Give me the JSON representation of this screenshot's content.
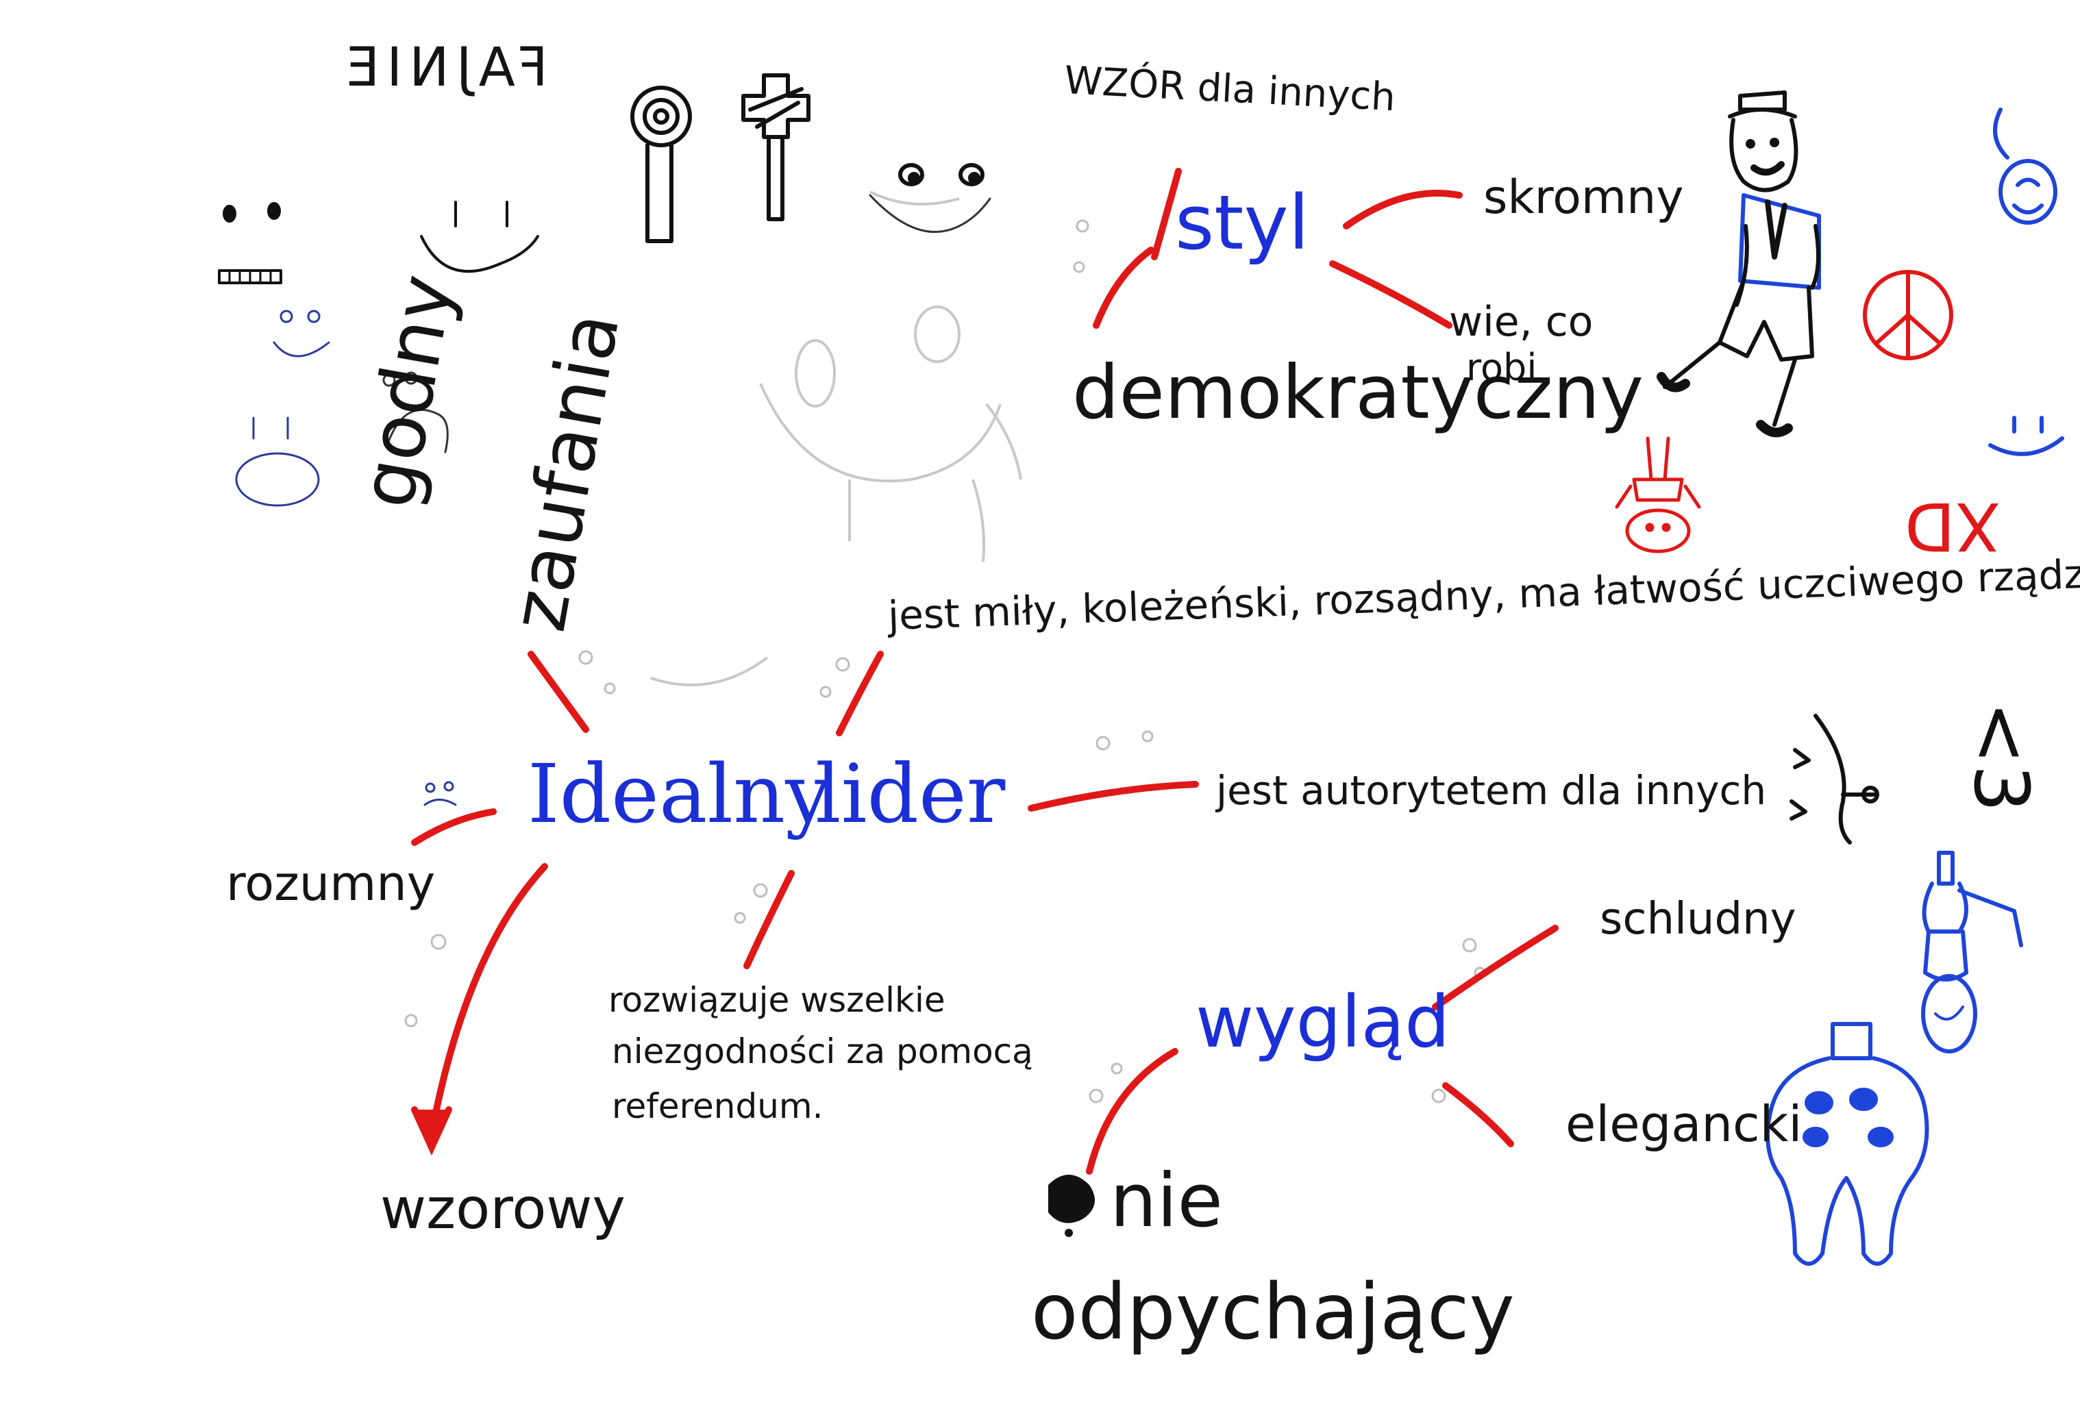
{
  "center": {
    "word1": "Idealny",
    "word2": "lider"
  },
  "branches": {
    "godny": "godny",
    "zaufania": "zaufania",
    "jest_mily": "jest miły, koleżeński, rozsądny, ma łatwość uczciwego rządzenia",
    "autorytet": "jest autorytetem dla innych",
    "rozumny": "rozumny",
    "wzorowy": "wzorowy",
    "rozwiazuje_1": "rozwiązuje wszelkie",
    "rozwiazuje_2": "niezgodności za pomocą",
    "rozwiazuje_3": "referendum."
  },
  "styl": {
    "title": "styl",
    "wzor": "WZÓR dla innych",
    "skromny": "skromny",
    "wie_1": "wie, co",
    "wie_2": "robi",
    "demokratyczny": "demokratyczny"
  },
  "wyglad": {
    "title": "wygląd",
    "schludny": "schludny",
    "elegancki": "elegancki",
    "nie": "nie",
    "odpychajacy": "odpychający"
  },
  "doodles": {
    "fajnie": "FAJNIE",
    "xd": "XD",
    "heart": "<3",
    "icons": [
      "smiley-icon",
      "sad-face-icon",
      "target-sign-icon",
      "cross-sign-icon",
      "scout-figure-icon",
      "peace-symbol-icon",
      "upside-down-figure-icon",
      "bunny-figure-icon",
      "ghost-face-icon"
    ]
  },
  "colors": {
    "connector": "#e01818",
    "center_text": "#1a2fd6",
    "text": "#141414",
    "blue_doodle": "#1f45d8"
  }
}
